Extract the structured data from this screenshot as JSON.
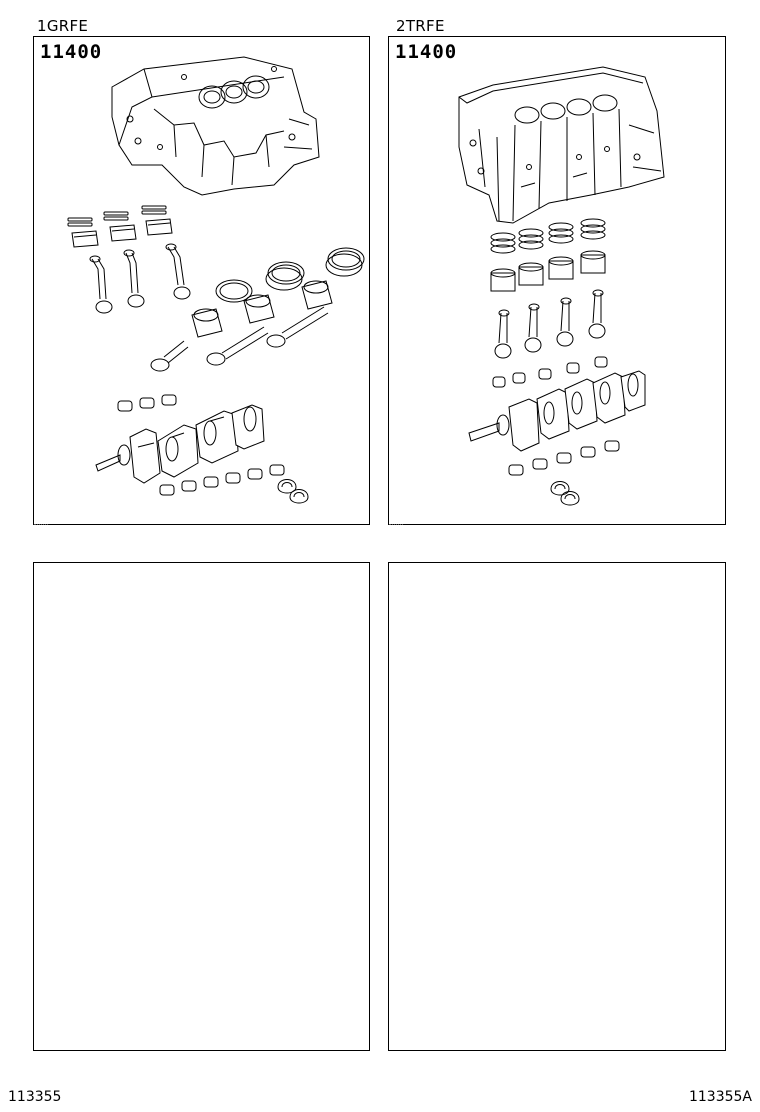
{
  "panels": [
    {
      "engine": "1GRFE",
      "part_number": "11400"
    },
    {
      "engine": "2TRFE",
      "part_number": "11400"
    }
  ],
  "footer": {
    "left_code": "113355",
    "right_code": "113355A"
  }
}
